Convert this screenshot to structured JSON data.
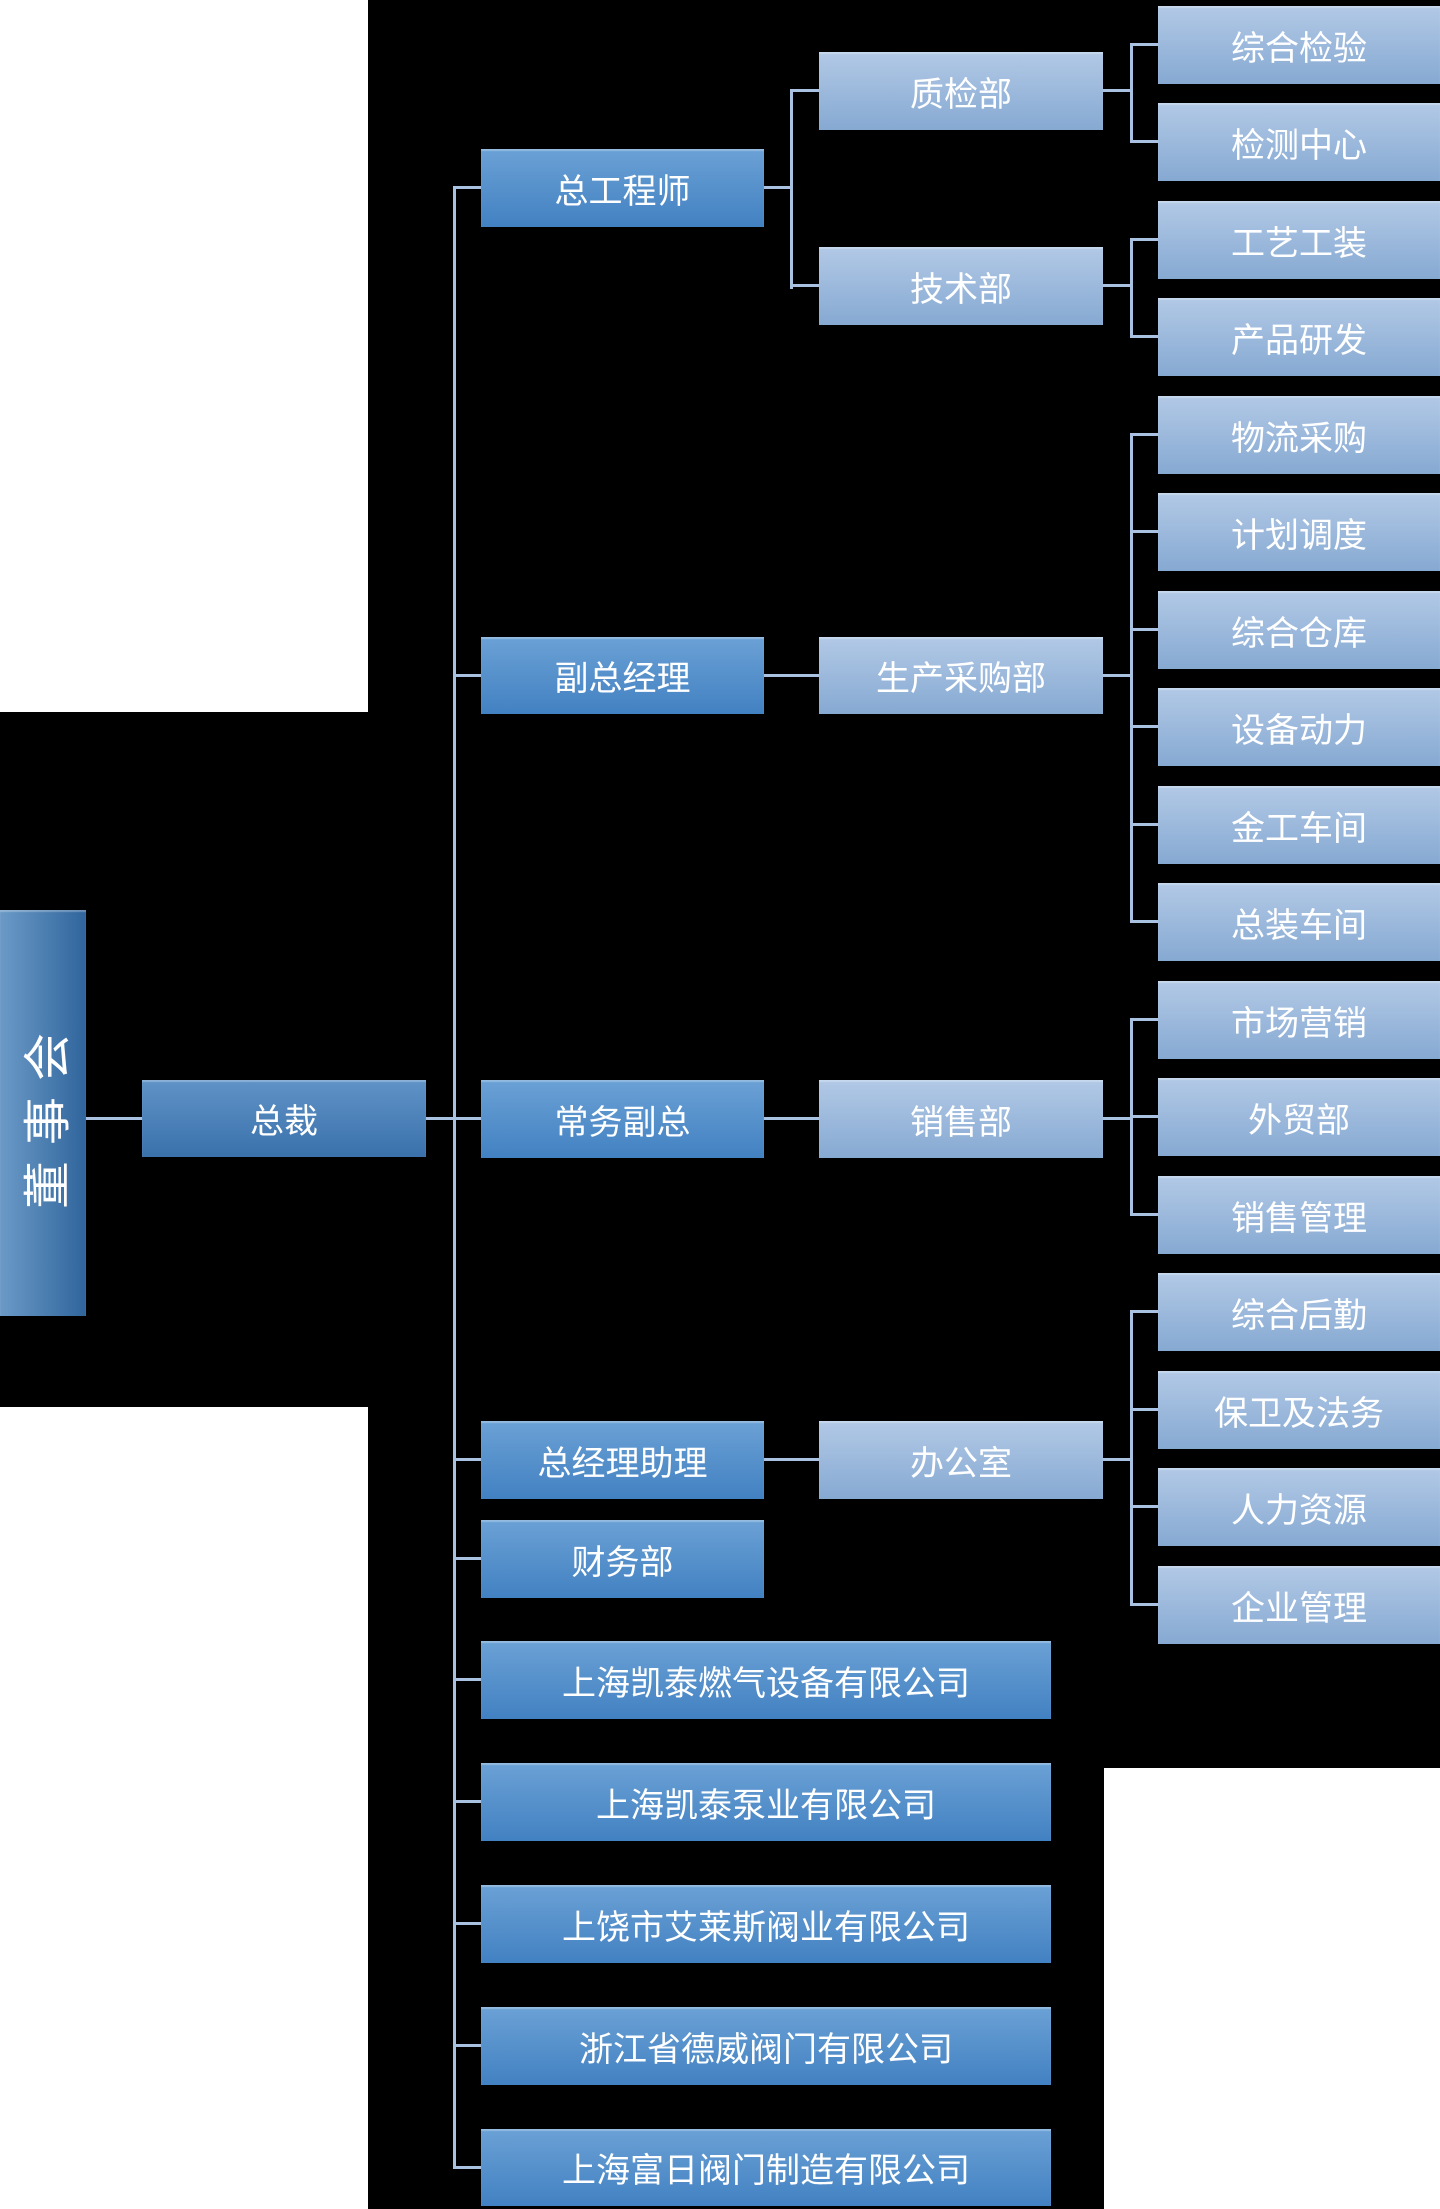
{
  "colors": {
    "background": "#000000",
    "panel": "#ffffff",
    "connector": "#a9c2e1",
    "node_dark_top": "#6093c7",
    "node_dark_bottom": "#3a71ab",
    "node_mid_top": "#6ba1d5",
    "node_mid_bottom": "#4281c2",
    "node_light_top": "#b2c9e6",
    "node_light_bottom": "#86a9d2",
    "text": "#ffffff"
  },
  "org": {
    "board": {
      "label": "董事会"
    },
    "president": {
      "label": "总裁",
      "parent": "董事会"
    },
    "executives": [
      {
        "label": "总工程师",
        "parent": "总裁"
      },
      {
        "label": "副总经理",
        "parent": "总裁"
      },
      {
        "label": "常务副总",
        "parent": "总裁"
      },
      {
        "label": "总经理助理",
        "parent": "总裁"
      },
      {
        "label": "财务部",
        "parent": "总裁"
      }
    ],
    "departments": [
      {
        "label": "质检部",
        "parent": "总工程师"
      },
      {
        "label": "技术部",
        "parent": "总工程师"
      },
      {
        "label": "生产采购部",
        "parent": "副总经理"
      },
      {
        "label": "销售部",
        "parent": "常务副总"
      },
      {
        "label": "办公室",
        "parent": "总经理助理"
      }
    ],
    "units": [
      {
        "label": "综合检验",
        "parent": "质检部"
      },
      {
        "label": "检测中心",
        "parent": "质检部"
      },
      {
        "label": "工艺工装",
        "parent": "技术部"
      },
      {
        "label": "产品研发",
        "parent": "技术部"
      },
      {
        "label": "物流采购",
        "parent": "生产采购部"
      },
      {
        "label": "计划调度",
        "parent": "生产采购部"
      },
      {
        "label": "综合仓库",
        "parent": "生产采购部"
      },
      {
        "label": "设备动力",
        "parent": "生产采购部"
      },
      {
        "label": "金工车间",
        "parent": "生产采购部"
      },
      {
        "label": "总装车间",
        "parent": "生产采购部"
      },
      {
        "label": "市场营销",
        "parent": "销售部"
      },
      {
        "label": "外贸部",
        "parent": "销售部"
      },
      {
        "label": "销售管理",
        "parent": "销售部"
      },
      {
        "label": "综合后勤",
        "parent": "办公室"
      },
      {
        "label": "保卫及法务",
        "parent": "办公室"
      },
      {
        "label": "人力资源",
        "parent": "办公室"
      },
      {
        "label": "企业管理",
        "parent": "办公室"
      }
    ],
    "subsidiaries": [
      {
        "label": "上海凯泰燃气设备有限公司",
        "parent": "总裁"
      },
      {
        "label": "上海凯泰泵业有限公司",
        "parent": "总裁"
      },
      {
        "label": "上饶市艾莱斯阀业有限公司",
        "parent": "总裁"
      },
      {
        "label": "浙江省德威阀门有限公司",
        "parent": "总裁"
      },
      {
        "label": "上海富日阀门制造有限公司",
        "parent": "总裁"
      }
    ]
  }
}
